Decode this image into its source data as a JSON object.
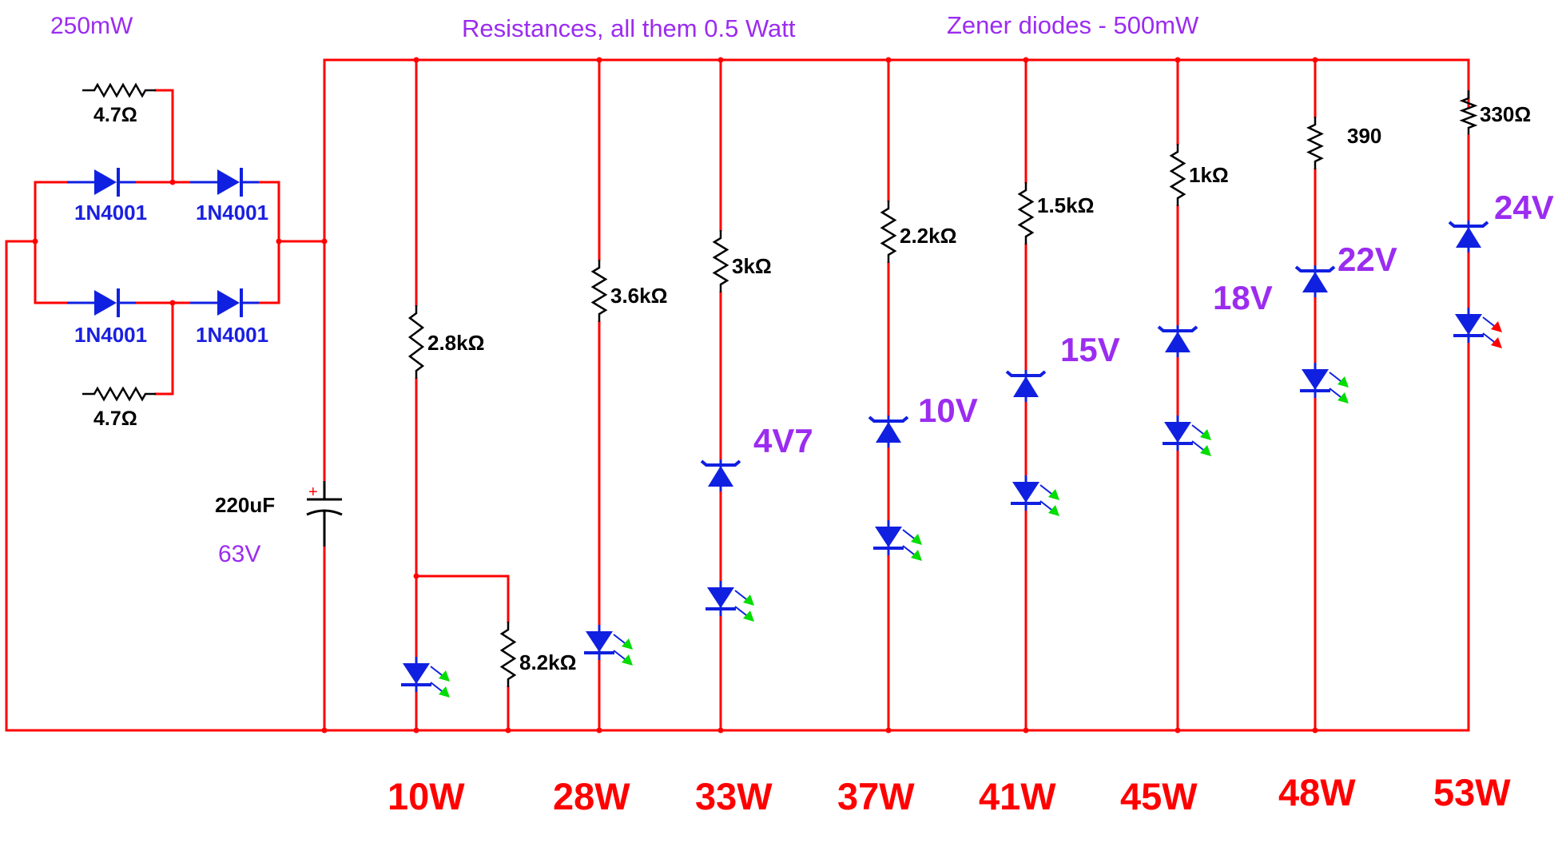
{
  "header": {
    "bridge_power": "250mW",
    "resistor_note": "Resistances, all them 0.5 Watt",
    "zener_note": "Zener diodes - 500mW"
  },
  "bridge": {
    "res_top": "4.7Ω",
    "res_bottom": "4.7Ω",
    "diodes": [
      "1N4001",
      "1N4001",
      "1N4001",
      "1N4001"
    ]
  },
  "capacitor": {
    "capacitance": "220uF",
    "voltage": "63V",
    "polarity": "+"
  },
  "branches": [
    {
      "power": "10W",
      "resistor": "2.8kΩ",
      "shunt": "8.2kΩ",
      "zener": ""
    },
    {
      "power": "28W",
      "resistor": "3.6kΩ",
      "zener": ""
    },
    {
      "power": "33W",
      "resistor": "3kΩ",
      "zener": "4V7"
    },
    {
      "power": "37W",
      "resistor": "2.2kΩ",
      "zener": "10V"
    },
    {
      "power": "41W",
      "resistor": "1.5kΩ",
      "zener": "15V"
    },
    {
      "power": "45W",
      "resistor": "1kΩ",
      "zener": "18V"
    },
    {
      "power": "48W",
      "resistor": "390",
      "zener": "22V"
    },
    {
      "power": "53W",
      "resistor": "330Ω",
      "zener": "24V"
    }
  ],
  "colors": {
    "wire": "#ff0000",
    "device": "#1020e0",
    "led_green": "#00dd00",
    "led_red": "#ff0000",
    "note": "#9b2cf0"
  },
  "icons": {
    "resistor": "resistor-zigzag-icon",
    "diode": "diode-icon",
    "zener": "zener-diode-icon",
    "led": "led-icon",
    "capacitor": "polarized-capacitor-icon"
  }
}
